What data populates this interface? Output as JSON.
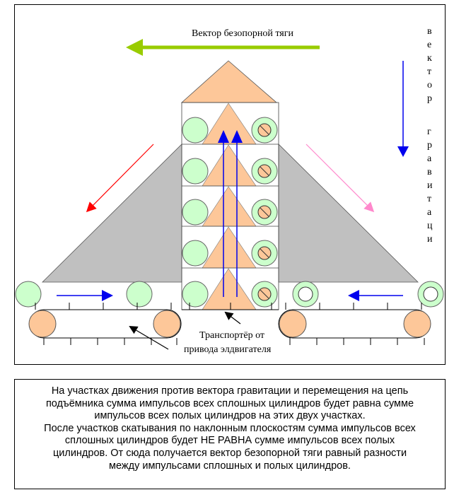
{
  "diagram": {
    "title_arrow_label": "Вектор безопорной тяги",
    "gravity_vertical_label": "вектор гравитаци",
    "conveyor_label_line1": "Транспортёр от",
    "conveyor_label_line2": "привода элдвигателя",
    "colors": {
      "thrust_arrow": "#99cc00",
      "left_diag_arrow": "#ff0000",
      "right_diag_arrow": "#ff88cc",
      "blue_arrows": "#0000ee",
      "triangle_fill": "#fdc799",
      "solid_cylinder_fill": "#ccffcc",
      "hollow_cylinder_fill": "#ccffcc",
      "roller_fill": "#fdc799",
      "slope_fill": "#c0c0c0"
    }
  },
  "caption": {
    "line1": "На участках движения против вектора гравитации и перемещения на цепь",
    "line2": "подъёмника сумма импульсов всех сплошных цилиндров будет равна сумме",
    "line3": "импульсов всех полых цилиндров на этих двух участках.",
    "line4": "После участков скатывания по наклонным плоскостям сумма импульсов всех",
    "line5": "сплошных цилиндров будет НЕ РАВНА сумме импульсов всех полых",
    "line6": "цилиндров. От сюда получается вектор безопорной тяги равный разности",
    "line7": "между импульсами сплошных и полых цилиндров."
  }
}
